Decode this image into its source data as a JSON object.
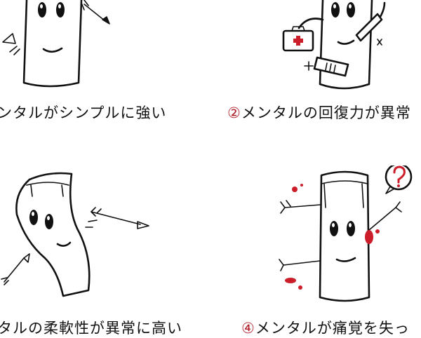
{
  "captions": {
    "p1": "ンタルがシンプルに強い",
    "p2_num": "②",
    "p2_text": "メンタルの回復力が異常",
    "p3": "タルの柔軟性が異常に高い",
    "p4_num": "④",
    "p4_text": "メンタルが痛覚を失っ"
  },
  "colors": {
    "ink": "#111111",
    "accent_red": "#b3202a",
    "blood": "#cc1e2a"
  },
  "icons": [
    "arrow-icon",
    "first-aid-kit-icon",
    "bandage-icon",
    "question-bubble-icon",
    "sparkle-icon",
    "blood-splatter-icon"
  ]
}
